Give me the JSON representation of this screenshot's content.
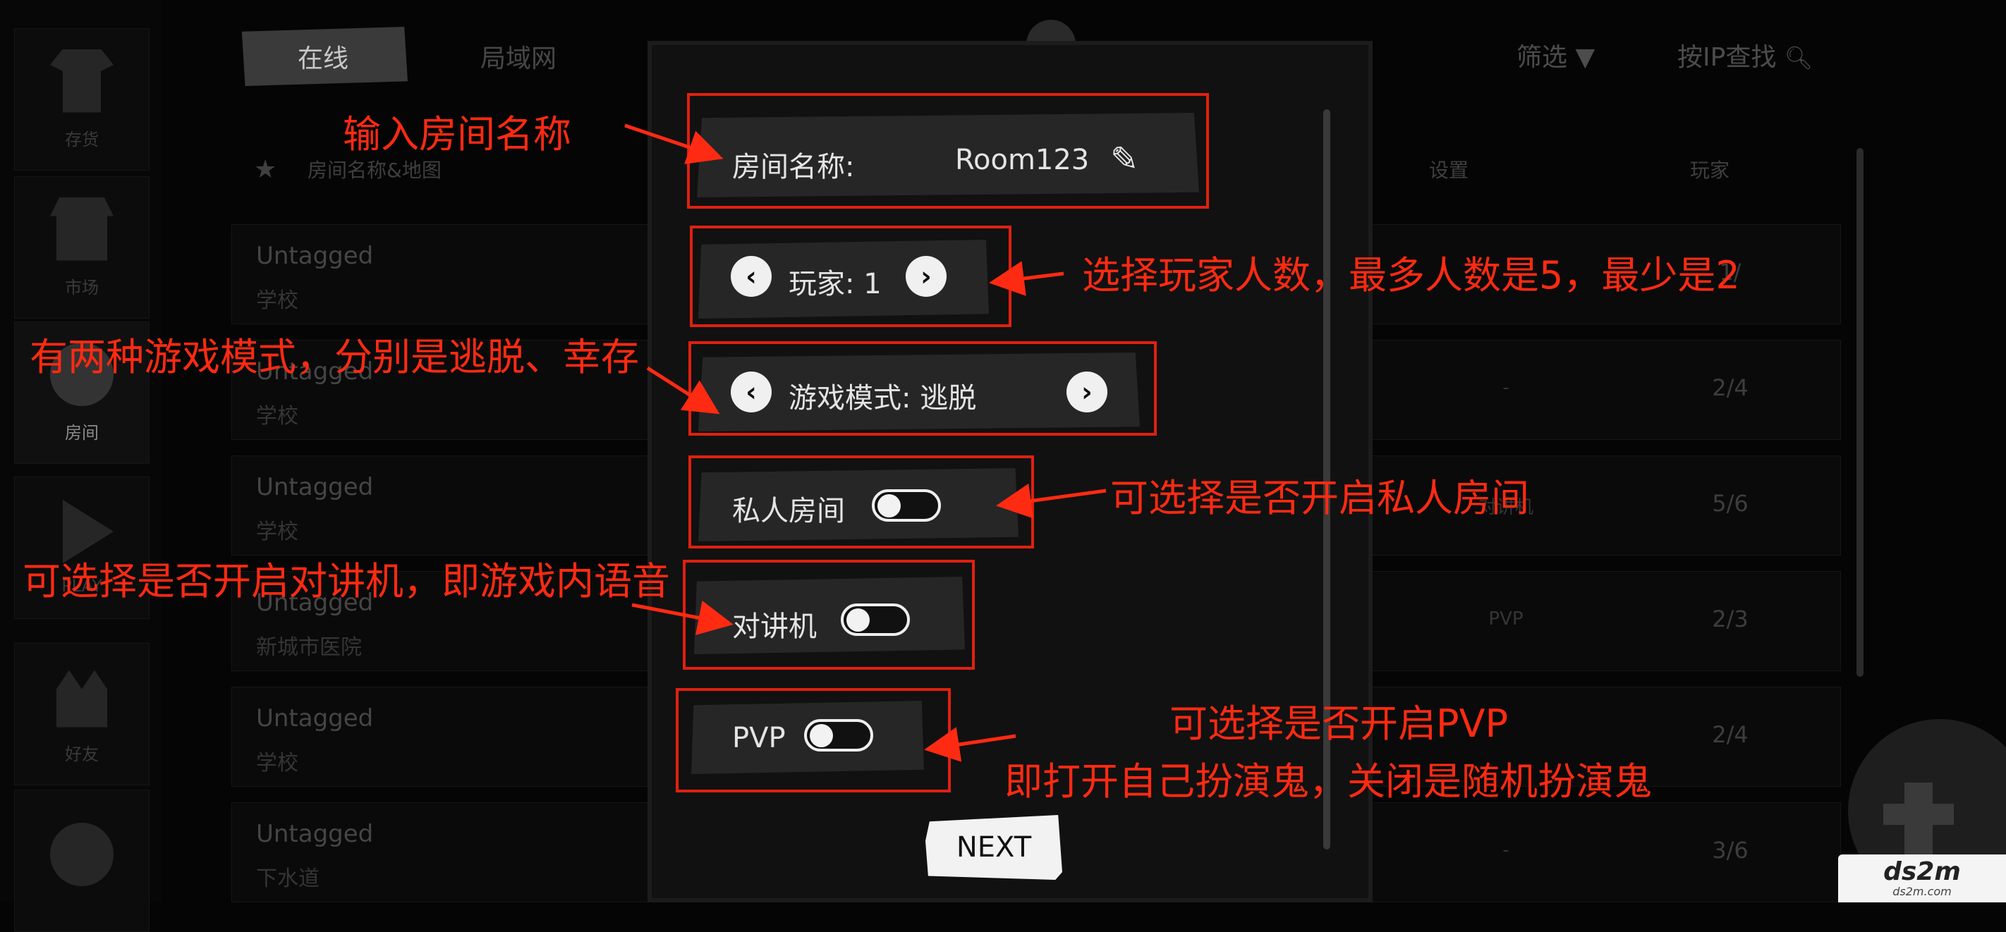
{
  "sidebar": {
    "items": [
      {
        "label": "存货",
        "icon": "shirt-icon"
      },
      {
        "label": "市场",
        "icon": "shop-icon"
      },
      {
        "label": "房间",
        "icon": "globe-search-icon"
      },
      {
        "label": "PLAY",
        "icon": "play-icon"
      },
      {
        "label": "好友",
        "icon": "friends-icon"
      },
      {
        "label": "",
        "icon": "pie-icon"
      }
    ]
  },
  "tabs": {
    "online": "在线",
    "lan": "局域网"
  },
  "top": {
    "filter": "筛选 ▼",
    "ip_search": "按IP查找"
  },
  "list": {
    "header": {
      "name": "房间名称&地图",
      "settings": "设置",
      "players": "玩家"
    },
    "rows": [
      {
        "title": "Untagged",
        "map": "学校",
        "setting": "",
        "players": "1/"
      },
      {
        "title": "Untagged",
        "map": "学校",
        "setting": "-",
        "players": "2/4"
      },
      {
        "title": "Untagged",
        "map": "学校",
        "setting": "对讲机",
        "players": "5/6"
      },
      {
        "title": "Untagged",
        "map": "新城市医院",
        "setting": "PVP",
        "players": "2/3"
      },
      {
        "title": "Untagged",
        "map": "学校",
        "setting": "",
        "players": "2/4"
      },
      {
        "title": "Untagged",
        "map": "下水道",
        "setting": "-",
        "players": "3/6"
      }
    ]
  },
  "modal": {
    "room_name_label": "房间名称:",
    "room_name_value": "Room123",
    "players_label": "玩家: 1",
    "mode_label": "游戏模式: 逃脱",
    "private_label": "私人房间",
    "walkie_label": "对讲机",
    "pvp_label": "PVP",
    "next": "NEXT",
    "private_on": false,
    "walkie_on": false,
    "pvp_on": false
  },
  "annotations": {
    "room_name": "输入房间名称",
    "players": "选择玩家人数，最多人数是5，最少是2",
    "mode": "有两种游戏模式，分别是逃脱、幸存",
    "private": "可选择是否开启私人房间",
    "walkie": "可选择是否开启对讲机，即游戏内语音",
    "pvp_1": "可选择是否开启PVP",
    "pvp_2": "即打开自己扮演鬼，关闭是随机扮演鬼",
    "color": "#ff2a12"
  },
  "watermark": {
    "logo": "ds2m",
    "url": "ds2m.com"
  }
}
